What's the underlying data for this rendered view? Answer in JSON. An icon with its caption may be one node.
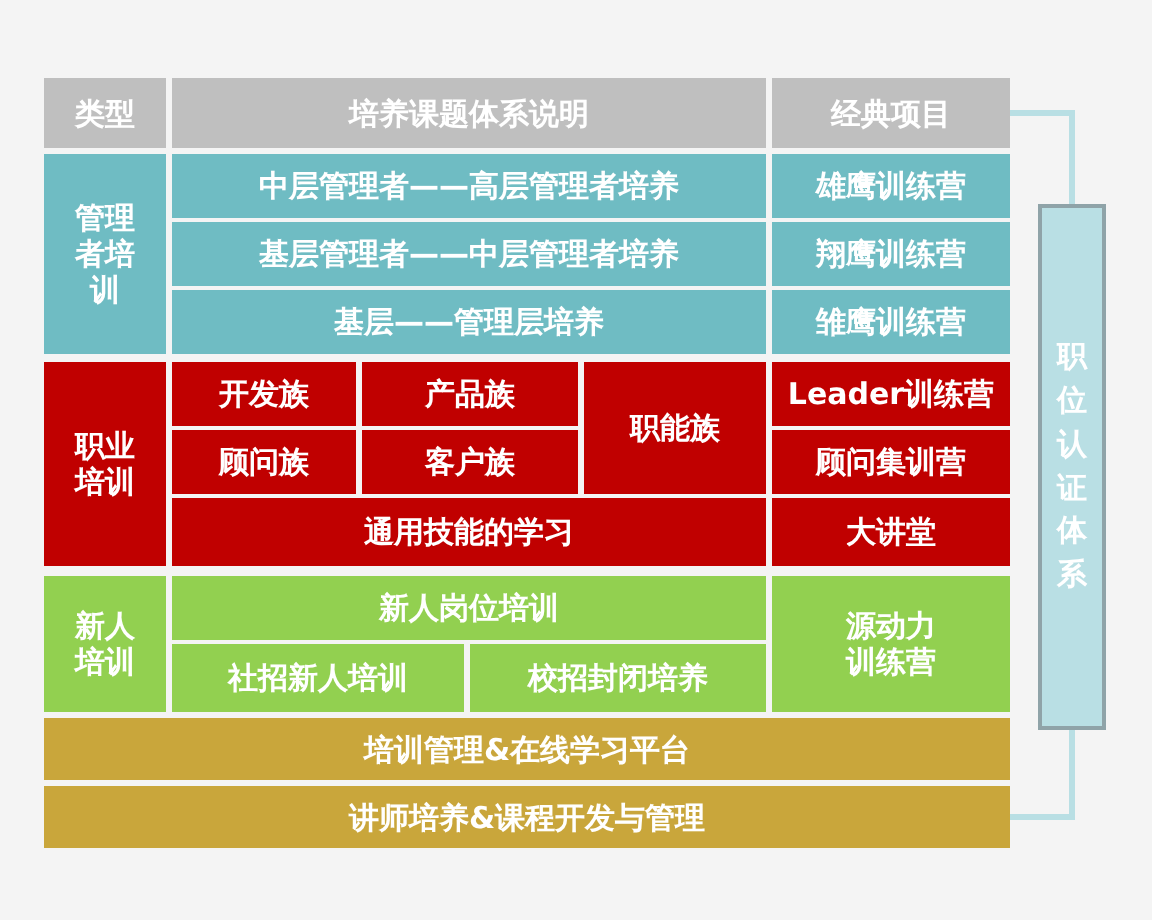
{
  "diagram": {
    "nodes": [
      {
        "text": [
          "类型"
        ]
      },
      {
        "text": [
          "培养课题体系说明"
        ]
      },
      {
        "text": [
          "经典项目"
        ]
      },
      {
        "text": [
          "管理者培训"
        ]
      },
      {
        "text": [
          "中层管理者——高层管理者培养"
        ]
      },
      {
        "text": [
          "雄鹰训练营"
        ]
      },
      {
        "text": [
          "基层管理者——中层管理者培养"
        ]
      },
      {
        "text": [
          "翔鹰训练营"
        ]
      },
      {
        "text": [
          "基层——管理层培养"
        ]
      },
      {
        "text": [
          "雏鹰训练营"
        ]
      },
      {
        "text": [
          "职业培训"
        ]
      },
      {
        "text": [
          "开发族"
        ]
      },
      {
        "text": [
          "产品族"
        ]
      },
      {
        "text": [
          "职能族"
        ]
      },
      {
        "text": [
          "Leader训练营"
        ]
      },
      {
        "text": [
          "顾问族"
        ]
      },
      {
        "text": [
          "客户族"
        ]
      },
      {
        "text": [
          "顾问集训营"
        ]
      },
      {
        "text": [
          "通用技能的学习"
        ]
      },
      {
        "text": [
          "大讲堂"
        ]
      },
      {
        "text": [
          "新人培训"
        ]
      },
      {
        "text": [
          "新人岗位培训"
        ]
      },
      {
        "text": [
          "源动力训练营"
        ]
      },
      {
        "text": [
          "社招新人培训"
        ]
      },
      {
        "text": [
          "校招封闭培养"
        ]
      },
      {
        "text": [
          "培训管理&在线学习平台"
        ]
      },
      {
        "text": [
          "讲师培养&课程开发与管理"
        ]
      },
      {
        "text": [
          "职位认证体系"
        ]
      }
    ],
    "edges": [
      {
        "from": 2,
        "to": 27,
        "arrow": "none"
      },
      {
        "from": 27,
        "to": 26,
        "arrow": "none"
      }
    ]
  }
}
